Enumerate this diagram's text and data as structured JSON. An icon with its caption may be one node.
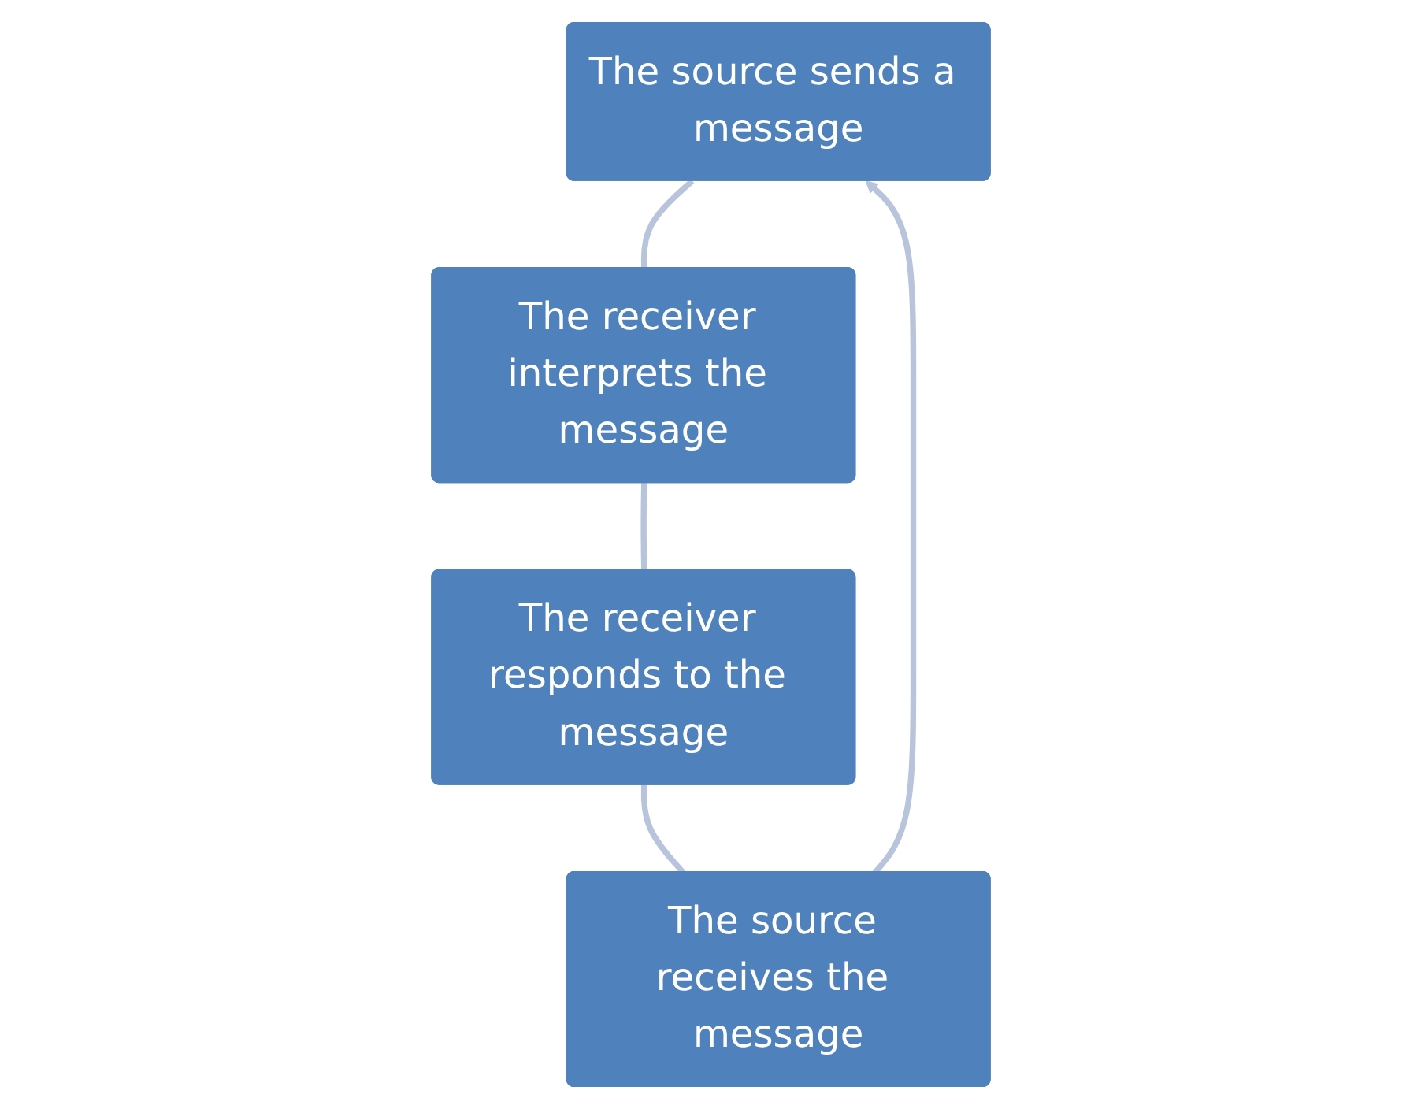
{
  "diagram": {
    "nodes": [
      {
        "text": [
          "The source sends a message"
        ]
      },
      {
        "text": [
          "The receiver interprets the message"
        ]
      },
      {
        "text": [
          "The receiver responds to the message"
        ]
      },
      {
        "text": [
          "The source receives the message"
        ]
      }
    ],
    "edges": [
      {
        "from": 0,
        "to": 1,
        "arrow": "none"
      },
      {
        "from": 1,
        "to": 2,
        "arrow": "none"
      },
      {
        "from": 2,
        "to": 3,
        "arrow": "none"
      },
      {
        "from": 3,
        "to": 0,
        "arrow": "to"
      }
    ]
  }
}
